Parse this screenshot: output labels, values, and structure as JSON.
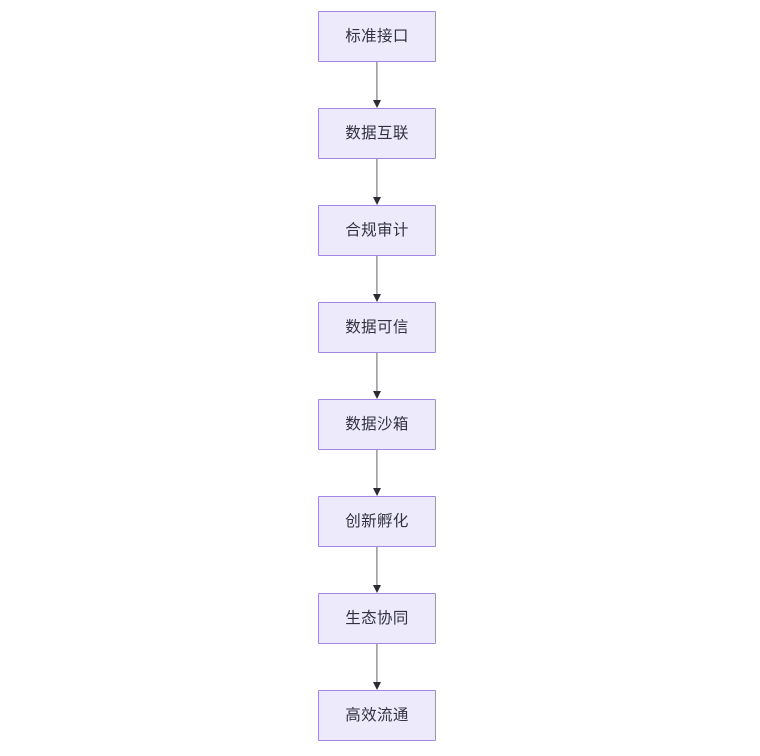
{
  "diagram": {
    "type": "flowchart",
    "orientation": "vertical-top-to-bottom",
    "background_color": "#FFFFFF",
    "node_fill_color": "#ECEAFB",
    "node_border_color": "#A088E2",
    "node_text_color": "#32323F",
    "connector_color": "#62626B",
    "arrowhead_color": "#2B2B33",
    "node_count": 8,
    "connector_count": 7,
    "nodes": [
      {
        "id": "node-1",
        "label": "标准接口"
      },
      {
        "id": "node-2",
        "label": "数据互联"
      },
      {
        "id": "node-3",
        "label": "合规审计"
      },
      {
        "id": "node-4",
        "label": "数据可信"
      },
      {
        "id": "node-5",
        "label": "数据沙箱"
      },
      {
        "id": "node-6",
        "label": "创新孵化"
      },
      {
        "id": "node-7",
        "label": "生态协同"
      },
      {
        "id": "node-8",
        "label": "高效流通"
      }
    ],
    "edges": [
      {
        "from": "node-1",
        "to": "node-2",
        "arrow": "arrow-down-icon"
      },
      {
        "from": "node-2",
        "to": "node-3",
        "arrow": "arrow-down-icon"
      },
      {
        "from": "node-3",
        "to": "node-4",
        "arrow": "arrow-down-icon"
      },
      {
        "from": "node-4",
        "to": "node-5",
        "arrow": "arrow-down-icon"
      },
      {
        "from": "node-5",
        "to": "node-6",
        "arrow": "arrow-down-icon"
      },
      {
        "from": "node-6",
        "to": "node-7",
        "arrow": "arrow-down-icon"
      },
      {
        "from": "node-7",
        "to": "node-8",
        "arrow": "arrow-down-icon"
      }
    ]
  }
}
